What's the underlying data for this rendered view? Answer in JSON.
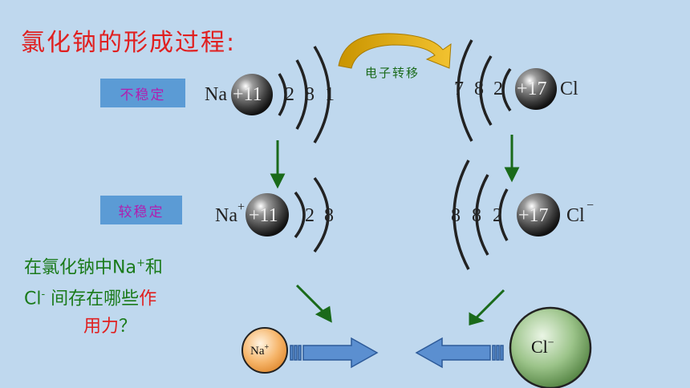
{
  "title": "氯化钠的形成过程:",
  "labels": {
    "unstable": "不稳定",
    "more_stable": "较稳定",
    "electron_transfer": "电子转移"
  },
  "na_atom": {
    "symbol": "Na",
    "nucleus": "+11",
    "shells": [
      "2",
      "8",
      "1"
    ]
  },
  "cl_atom": {
    "symbol": "Cl",
    "nucleus": "+17",
    "shells": [
      "7",
      "8",
      "2"
    ]
  },
  "na_ion": {
    "symbol": "Na",
    "charge": "+",
    "nucleus": "+11",
    "shells": [
      "2",
      "8"
    ]
  },
  "cl_ion": {
    "symbol": "Cl",
    "charge": "−",
    "nucleus": "+17",
    "shells": [
      "8",
      "8",
      "2"
    ]
  },
  "question": {
    "line1": "在氯化钠中Na",
    "line1_sup": "+",
    "line1_end": "和",
    "line2_cl": "Cl",
    "line2_sup": "-",
    "line2": " 间存在哪些",
    "line2_red": "作",
    "line3_red": "用力",
    "line3_end": "？"
  },
  "ions_bottom": {
    "na_label": "Na",
    "na_sup": "+",
    "cl_label": "Cl",
    "cl_sup": "−"
  },
  "colors": {
    "background": "#bfd8ee",
    "title": "#e02020",
    "label_box": "#5b9bd5",
    "label_text": "#b01fb0",
    "green_arrow": "#1a6a1a",
    "blue_arrow": "#5b8fd0",
    "na_ball": "#f4a460",
    "cl_ball": "#6a9a5a"
  }
}
